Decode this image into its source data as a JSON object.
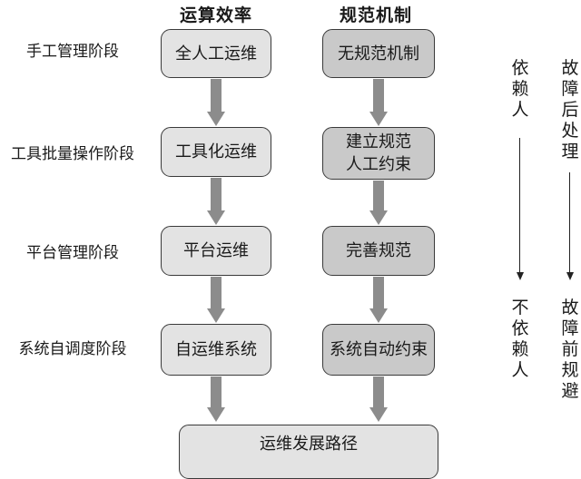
{
  "columns": {
    "left_title": "运算效率",
    "right_title": "规范机制"
  },
  "stages": [
    "手工管理阶段",
    "工具批量操作阶段",
    "平台管理阶段",
    "系统自调度阶段"
  ],
  "left_boxes": [
    "全人工运维",
    "工具化运维",
    "平台运维",
    "自运维系统"
  ],
  "right_boxes": [
    "无规范机制",
    "建立规范\n人工约束",
    "完善规范",
    "系统自动约束"
  ],
  "bottom_box": "运维发展路径",
  "side_axes": {
    "dependency_top": "依赖人",
    "dependency_bottom": "不依赖人",
    "fault_top": "故障后处理",
    "fault_bottom": "故障前规避"
  }
}
